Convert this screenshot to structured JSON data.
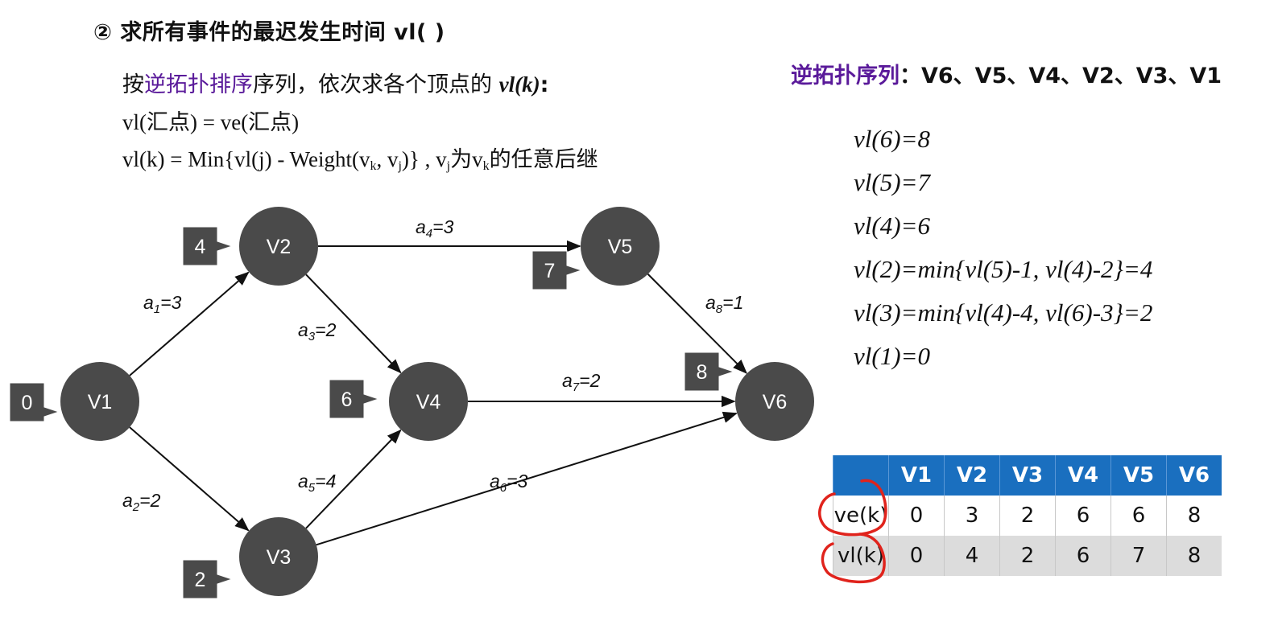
{
  "title": "② 求所有事件的最迟发生时间 vl( )",
  "intro": {
    "prefix": "按",
    "highlight": "逆拓扑排序",
    "suffix": "序列，依次求各个顶点的 ",
    "fn": "vl(k)",
    "colon": ":"
  },
  "formula1": "vl(汇点) = ve(汇点)",
  "formula2": {
    "lhs": "vl(k) = Min{vl(j) - Weight(v",
    "k1": "k",
    "mid": ", v",
    "j1": "j",
    "rhs": ")} , v",
    "j2": "j",
    "wei": "为v",
    "k2": "k",
    "tail": "的任意后继"
  },
  "sequence": {
    "label": "逆拓扑序列",
    "colon": "：",
    "value": "V6、V5、V4、V2、V3、V1"
  },
  "calculations": [
    "vl(6)=8",
    "vl(5)=7",
    "vl(4)=6",
    "vl(2)=min{vl(5)-1, vl(4)-2}=4",
    "vl(3)=min{vl(4)-4, vl(6)-3}=2",
    "vl(1)=0"
  ],
  "graph": {
    "nodes": [
      {
        "id": "V1",
        "label": "V1",
        "time": "0"
      },
      {
        "id": "V2",
        "label": "V2",
        "time": "4"
      },
      {
        "id": "V3",
        "label": "V3",
        "time": "2"
      },
      {
        "id": "V4",
        "label": "V4",
        "time": "6"
      },
      {
        "id": "V5",
        "label": "V5",
        "time": "7"
      },
      {
        "id": "V6",
        "label": "V6",
        "time": "8"
      }
    ],
    "edges": [
      {
        "from": "V1",
        "to": "V2",
        "name": "a",
        "idx": "1",
        "weight": "=3"
      },
      {
        "from": "V1",
        "to": "V3",
        "name": "a",
        "idx": "2",
        "weight": "=2"
      },
      {
        "from": "V2",
        "to": "V4",
        "name": "a",
        "idx": "3",
        "weight": "=2"
      },
      {
        "from": "V2",
        "to": "V5",
        "name": "a",
        "idx": "4",
        "weight": "=3"
      },
      {
        "from": "V3",
        "to": "V4",
        "name": "a",
        "idx": "5",
        "weight": "=4"
      },
      {
        "from": "V3",
        "to": "V6",
        "name": "a",
        "idx": "6",
        "weight": "=3"
      },
      {
        "from": "V4",
        "to": "V6",
        "name": "a",
        "idx": "7",
        "weight": "=2"
      },
      {
        "from": "V5",
        "to": "V6",
        "name": "a",
        "idx": "8",
        "weight": "=1"
      }
    ]
  },
  "table": {
    "headers": [
      "",
      "V1",
      "V2",
      "V3",
      "V4",
      "V5",
      "V6"
    ],
    "rows": [
      {
        "label": "ve(k)",
        "values": [
          "0",
          "3",
          "2",
          "6",
          "6",
          "8"
        ]
      },
      {
        "label": "vl(k)",
        "values": [
          "0",
          "4",
          "2",
          "6",
          "7",
          "8"
        ]
      }
    ]
  },
  "colors": {
    "node": "#4a4a4a",
    "accent": "#5a1a9a",
    "table_header": "#1a6fbf",
    "annotation": "#e0231c"
  }
}
